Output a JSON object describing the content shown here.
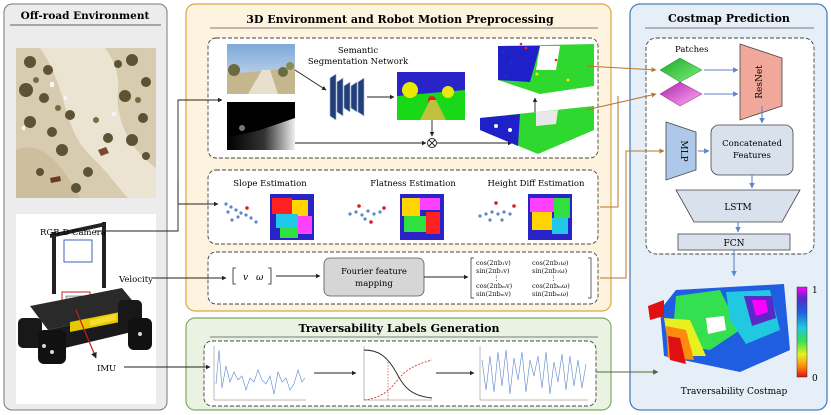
{
  "panels": {
    "offroad": {
      "title": "Off-road Environment"
    },
    "preprocess": {
      "title": "3D Environment and Robot Motion Preprocessing"
    },
    "costmap": {
      "title": "Costmap Prediction"
    },
    "labels": {
      "title": "Traversability Labels Generation"
    }
  },
  "robot": {
    "camera_label": "RGB-D Camera",
    "velocity_label": "Velocity",
    "imu_label": "IMU"
  },
  "preprocess": {
    "segnet_line1": "Semantic",
    "segnet_line2": "Segmentation Network",
    "slope": "Slope Estimation",
    "flatness": "Flatness Estimation",
    "height": "Height Diff Estimation",
    "fourier_line1": "Fourier feature",
    "fourier_line2": "mapping",
    "vel_v": "v",
    "vel_w": "ω"
  },
  "costmap": {
    "patches": "Patches",
    "resnet": "ResNet",
    "mlp": "MLP",
    "concat_line1": "Concatenated",
    "concat_line2": "Features",
    "lstm": "LSTM",
    "fcn": "FCN",
    "output_label": "Traversability  Costmap",
    "colorbar_max": "1",
    "colorbar_min": "0"
  },
  "colors": {
    "offroad_fill": "#ececec",
    "preprocess_fill": "#fdf3df",
    "preprocess_border": "#d9a640",
    "costmap_fill": "#e6eef8",
    "costmap_border": "#4d7fbf",
    "labels_fill": "#eaf3e2",
    "labels_border": "#7fa860",
    "arrow_blue": "#5b87c9",
    "arrow_brown": "#b8762f",
    "net_block": "#233f78"
  }
}
